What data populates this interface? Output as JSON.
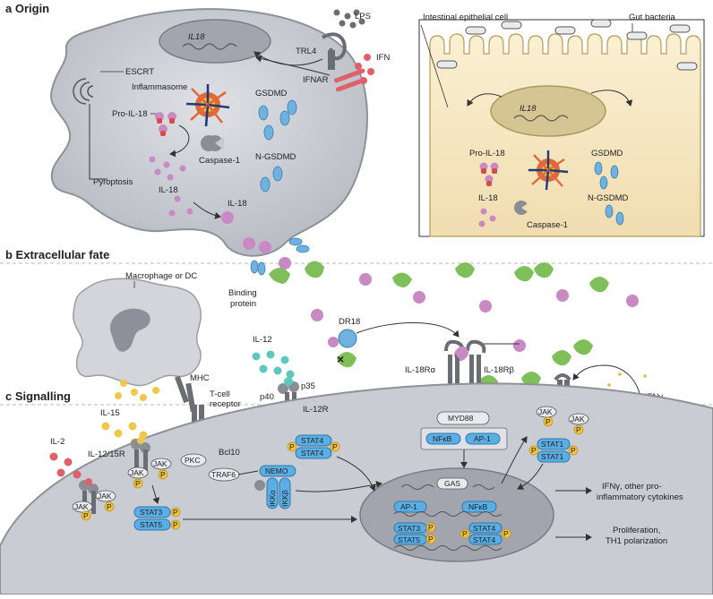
{
  "sections": {
    "a": "a Origin",
    "b": "b Extracellular fate",
    "c": "c Signalling"
  },
  "origin": {
    "il18_gene": "IL18",
    "lps": "LPS",
    "trl4": "TRL4",
    "ifn": "IFN",
    "ifnar": "IFNAR",
    "escrt": "ESCRT",
    "inflammasome": "Inflammasome",
    "gsdmd": "GSDMD",
    "pro_il18": "Pro-IL-18",
    "caspase1": "Caspase-1",
    "n_gsdmd": "N-GSDMD",
    "pyroptosis": "Pyroptosis",
    "il18": "IL-18",
    "il18_b": "IL-18"
  },
  "intestinal": {
    "cell_label": "Intestinal epithelial cell",
    "bacteria_label": "Gut bacteria",
    "il18_gene": "IL18",
    "pro_il18": "Pro-IL-18",
    "gsdmd": "GSDMD",
    "il18": "IL-18",
    "n_gsdmd": "N-GSDMD",
    "caspase1": "Caspase-1"
  },
  "extracellular": {
    "binding_protein": "Binding\nprotein",
    "binding_1": "Binding",
    "binding_2": "protein",
    "macrophage": "Macrophage or DC",
    "il12": "IL-12",
    "p40": "p40",
    "p35": "p35",
    "dr18": "DR18",
    "mhc": "MHC",
    "tcr_1": "T-cell",
    "tcr_2": "receptor",
    "il18ra": "IL-18Rα",
    "il18rb": "IL-18Rβ",
    "ifng": "IFNγ"
  },
  "signalling": {
    "il15": "IL-15",
    "il2": "IL-2",
    "il12_15r": "IL-12/15R",
    "il12r": "IL-12R",
    "jak": "JAK",
    "p": "P",
    "pkc": "PKC",
    "bcl10": "Bcl10",
    "traf6": "TRAF6",
    "nemo": "NEMO",
    "ikka": "IKKα",
    "ikkb": "IKKβ",
    "stat3": "STAT3",
    "stat5": "STAT5",
    "stat4": "STAT4",
    "stat1": "STAT1",
    "myd88": "MYD88",
    "nfkb": "NFκB",
    "ap1": "AP-1",
    "gas": "GAS",
    "out1_1": "IFNγ, other pro-",
    "out1_2": "inflammatory cytokines",
    "out2_1": "Proliferation,",
    "out2_2": "TH1 polarization"
  },
  "colors": {
    "cell": "#c9ccd3",
    "cell_edge": "#8d9199",
    "nucleus": "#a2a5ad",
    "il18_particle": "#c98ac4",
    "gsdmd": "#6fb1df",
    "binding": "#7fbf5a",
    "yellow_cytokine": "#f0c74a",
    "teal_cytokine": "#5fc6c0",
    "red_il2": "#e0606a",
    "stat_box": "#5aaee3",
    "p_badge": "#f3c53d"
  }
}
